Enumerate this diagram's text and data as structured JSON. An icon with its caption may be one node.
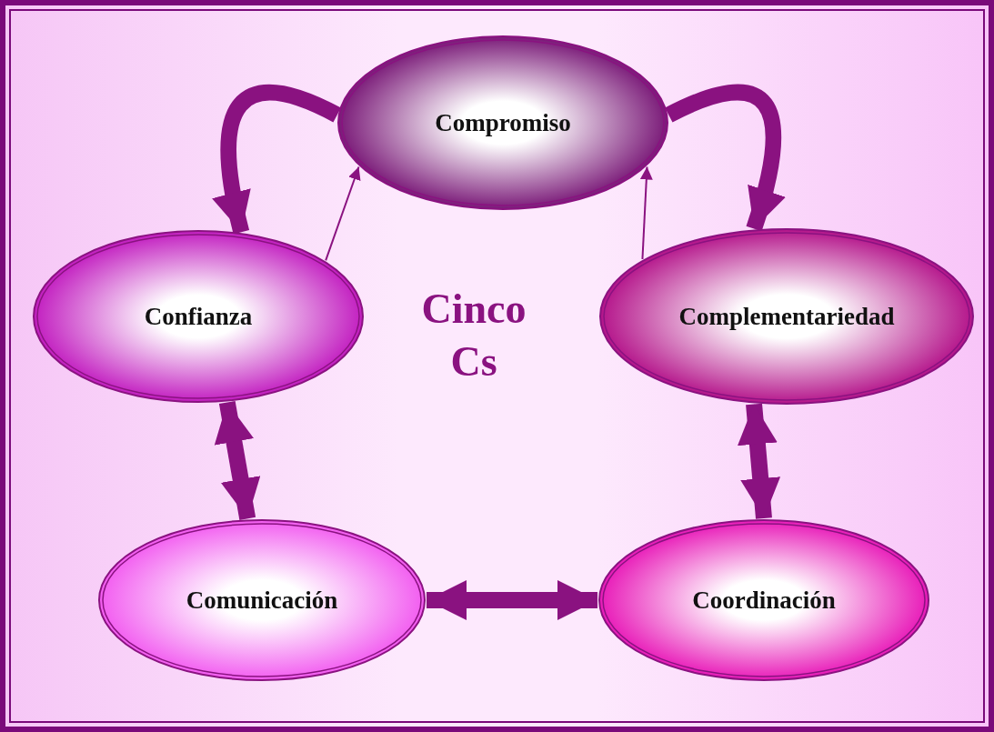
{
  "diagram": {
    "title": "Cinco Cs",
    "nodes": [
      {
        "text": [
          "Compromiso"
        ]
      },
      {
        "text": [
          "Confianza"
        ]
      },
      {
        "text": [
          "Complementariedad"
        ]
      },
      {
        "text": [
          "Comunicación"
        ]
      },
      {
        "text": [
          "Coordinación"
        ]
      }
    ],
    "edges": [
      {
        "from": 0,
        "to": 1,
        "arrow": "to"
      },
      {
        "from": 1,
        "to": 0,
        "arrow": "to"
      },
      {
        "from": 0,
        "to": 2,
        "arrow": "to"
      },
      {
        "from": 2,
        "to": 0,
        "arrow": "to"
      },
      {
        "from": 1,
        "to": 3,
        "arrow": "both"
      },
      {
        "from": 2,
        "to": 4,
        "arrow": "both"
      },
      {
        "from": 3,
        "to": 4,
        "arrow": "both"
      }
    ]
  }
}
